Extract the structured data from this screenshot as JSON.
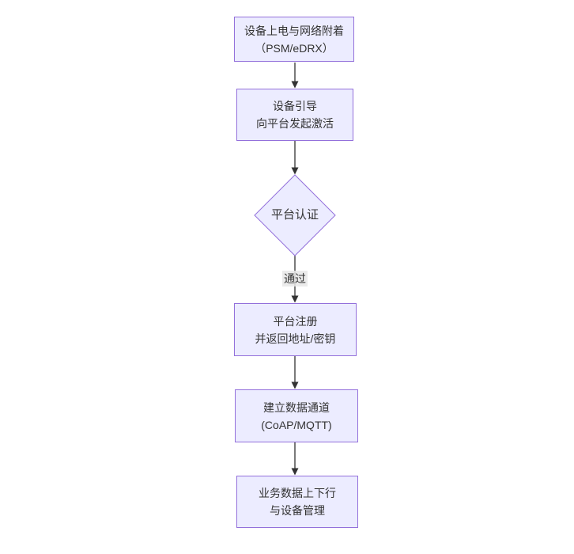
{
  "diagram": {
    "type": "flowchart",
    "direction": "top-down",
    "colors": {
      "background": "#ffffff",
      "node_fill": "#ECECFF",
      "node_border": "#9370DB",
      "text": "#333333",
      "arrow": "#333333",
      "edge_label_bg": "#e8e8e8"
    },
    "nodes": [
      {
        "id": "power",
        "shape": "rect",
        "lines": [
          "设备上电与网络附着",
          "（PSM/eDRX）"
        ]
      },
      {
        "id": "boot",
        "shape": "rect",
        "lines": [
          "设备引导",
          "向平台发起激活"
        ]
      },
      {
        "id": "auth",
        "shape": "diamond",
        "lines": [
          "平台认证"
        ]
      },
      {
        "id": "register",
        "shape": "rect",
        "lines": [
          "平台注册",
          "并返回地址/密钥"
        ]
      },
      {
        "id": "channel",
        "shape": "rect",
        "lines": [
          "建立数据通道",
          "(CoAP/MQTT)"
        ]
      },
      {
        "id": "service",
        "shape": "rect",
        "lines": [
          "业务数据上下行",
          "与设备管理"
        ]
      }
    ],
    "edges": [
      {
        "from": "power",
        "to": "boot",
        "label": ""
      },
      {
        "from": "boot",
        "to": "auth",
        "label": ""
      },
      {
        "from": "auth",
        "to": "register",
        "label": "通过"
      },
      {
        "from": "register",
        "to": "channel",
        "label": ""
      },
      {
        "from": "channel",
        "to": "service",
        "label": ""
      }
    ]
  }
}
